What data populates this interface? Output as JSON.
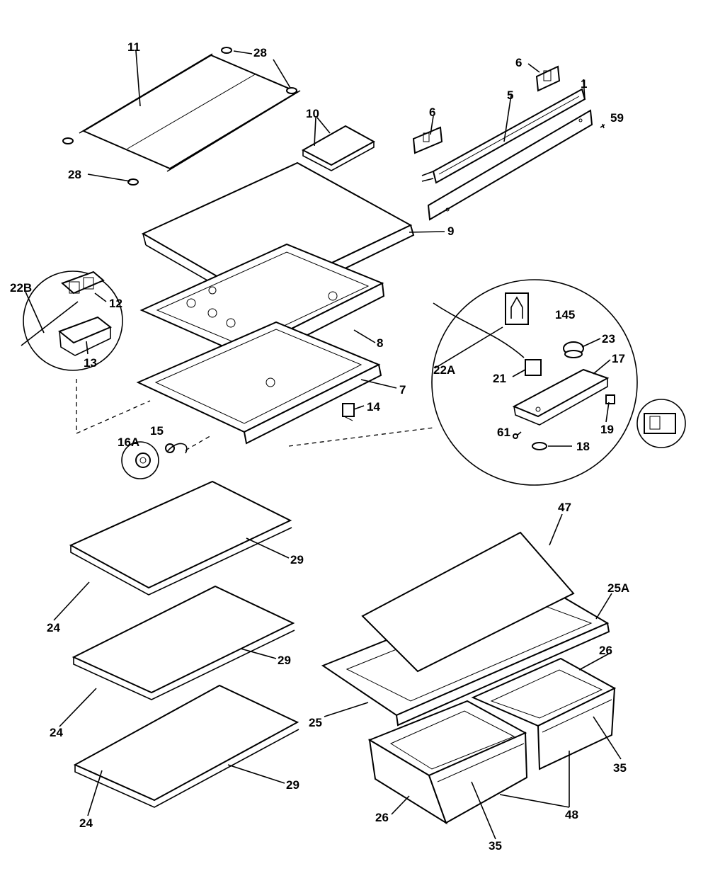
{
  "diagram": {
    "colors": {
      "line": "#000000",
      "background": "#ffffff"
    },
    "callouts": {
      "c1": "1",
      "c5": "5",
      "c6": "6",
      "c6b": "6",
      "c59": "59",
      "c11": "11",
      "c28a": "28",
      "c28b": "28",
      "c10": "10",
      "c9": "9",
      "c22B": "22B",
      "c12": "12",
      "c13": "13",
      "c8": "8",
      "c7": "7",
      "c14": "14",
      "c15": "15",
      "c16A": "16A",
      "c145": "145",
      "c23": "23",
      "c17": "17",
      "c22A": "22A",
      "c21": "21",
      "c61": "61",
      "c18": "18",
      "c19": "19",
      "c29a": "29",
      "c24a": "24",
      "c29b": "29",
      "c24b": "24",
      "c29c": "29",
      "c24c": "24",
      "c47": "47",
      "c25A": "25A",
      "c26a": "26",
      "c25": "25",
      "c35a": "35",
      "c26b": "26",
      "c48": "48",
      "c35b": "35"
    }
  }
}
